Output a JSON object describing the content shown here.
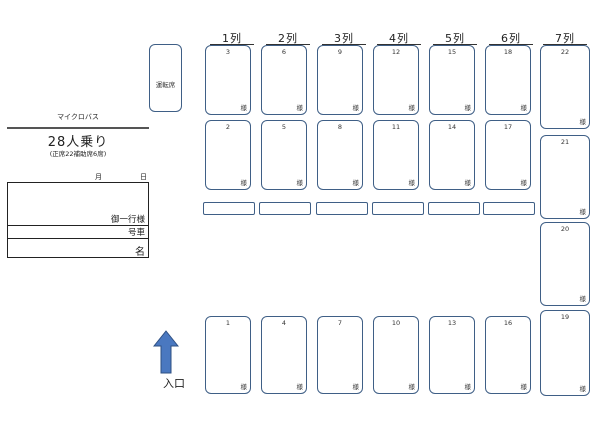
{
  "header": {
    "vehicle_type": "マイクロバス",
    "capacity": "28人乗り",
    "capacity_note": "(正席22補助席6席)",
    "month_label": "月",
    "day_label": "日"
  },
  "form": {
    "party_label": "御一行様",
    "car_label": "号車",
    "count_label": "名"
  },
  "driver_label": "運転席",
  "entrance_label": "入口",
  "honorific": "様",
  "columns": [
    "1列",
    "2列",
    "3列",
    "4列",
    "5列",
    "6列",
    "7列"
  ],
  "seats": {
    "row_window_front": [
      "3",
      "6",
      "9",
      "12",
      "15",
      "18"
    ],
    "row_aisle_front": [
      "2",
      "5",
      "8",
      "11",
      "14",
      "17"
    ],
    "row_door_side": [
      "1",
      "4",
      "7",
      "10",
      "13",
      "16"
    ],
    "back_row": [
      "22",
      "21",
      "20",
      "19"
    ]
  },
  "colors": {
    "seat_border": "#3f5f86",
    "arrow_fill": "#4a78c0",
    "arrow_stroke": "#2e4f82"
  }
}
